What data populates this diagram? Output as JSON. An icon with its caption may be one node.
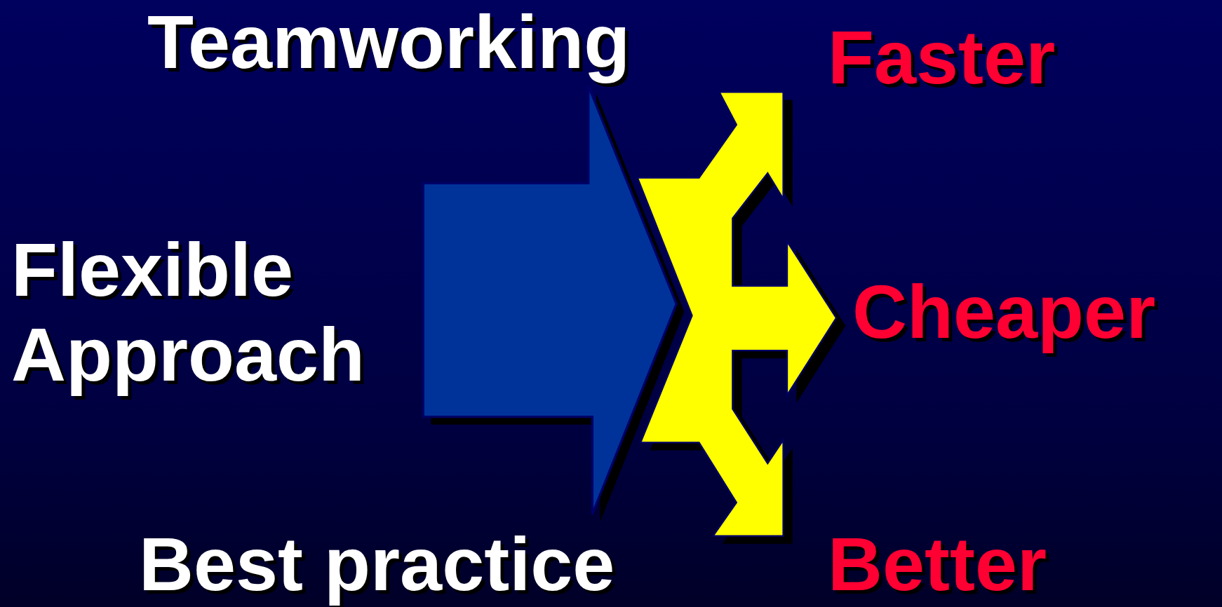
{
  "diagram": {
    "labels": [
      "Teamworking",
      "Faster",
      "Flexible Approach",
      "Cheaper",
      "Best practice",
      "Better"
    ]
  }
}
